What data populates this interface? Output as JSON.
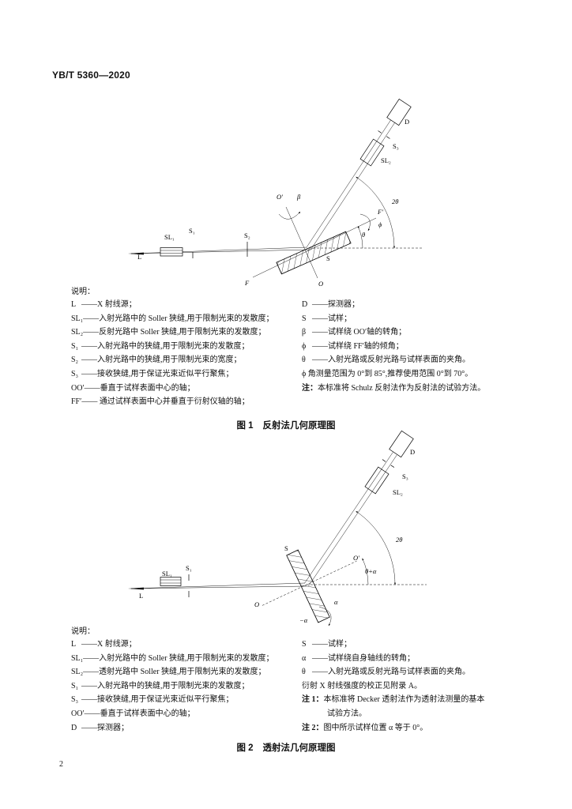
{
  "header": {
    "standard_id": "YB/T 5360—2020"
  },
  "figure1": {
    "labels": {
      "D": "D",
      "S3": "S₃",
      "SL2": "SL₂",
      "two_theta": "2θ",
      "O_prime": "O′",
      "beta": "β",
      "F_prime": "F′",
      "phi": "ϕ",
      "theta": "θ",
      "SL1": "SL₁",
      "S1": "S₁",
      "S2": "S₂",
      "L": "L",
      "S": "S",
      "F": "F",
      "O": "O"
    },
    "legend_heading": "说明：",
    "legend_left": [
      {
        "term": "L",
        "desc": "——X 射线源；"
      },
      {
        "term": "SL₁",
        "desc": "——入射光路中的 Soller 狭缝,用于限制光束的发散度；"
      },
      {
        "term": "SL₂",
        "desc": "——反射光路中 Soller 狭缝,用于限制光束的发散度；"
      },
      {
        "term": "S₁",
        "desc": "——入射光路中的狭缝,用于限制光束的发散度；"
      },
      {
        "term": "S₂",
        "desc": "——入射光路中的狭缝,用于限制光束的宽度；"
      },
      {
        "term": "S₃",
        "desc": "——接收狭缝,用于保证光束近似平行聚焦；"
      },
      {
        "term": "OO′",
        "desc": "——垂直于试样表面中心的轴；"
      },
      {
        "term": "FF′",
        "desc": "—— 通过试样表面中心并垂直于衍射仪轴的轴；"
      }
    ],
    "legend_right": [
      {
        "term": "D",
        "desc": "——探测器；"
      },
      {
        "term": "S",
        "desc": "——试样；"
      },
      {
        "term": "β",
        "desc": "——试样绕 OO′轴的转角；"
      },
      {
        "term": "ϕ",
        "desc": "——试样绕 FF′轴的倾角；"
      },
      {
        "term": "θ",
        "desc": "——入射光路或反射光路与试样表面的夹角。"
      }
    ],
    "range_note": "ϕ 角测量范围为 0°到 85°,推荐使用范围 0°到 70°。",
    "note": {
      "prefix": "注：",
      "body": "本标准将 Schulz 反射法作为反射法的试验方法。"
    },
    "caption": {
      "number": "图 1",
      "title": "反射法几何原理图"
    }
  },
  "figure2": {
    "labels": {
      "D": "D",
      "S3": "S₃",
      "SL2": "SL₂",
      "two_theta": "2θ",
      "S": "S",
      "O_prime": "O′",
      "theta_plus_alpha": "θ+α",
      "SL1": "SL₁",
      "S1": "S₁",
      "L": "L",
      "O": "O",
      "alpha": "α",
      "minus_alpha": "−α"
    },
    "legend_heading": "说明：",
    "legend_left": [
      {
        "term": "L",
        "desc": "——X 射线源；"
      },
      {
        "term": "SL₁",
        "desc": "——入射光路中的 Soller 狭缝,用于限制光束的发散度；"
      },
      {
        "term": "SL₂",
        "desc": "——透射光路中 Soller 狭缝,用于限制光束的发散度；"
      },
      {
        "term": "S₁",
        "desc": "——入射光路中的狭缝,用于限制光束的发散度；"
      },
      {
        "term": "S₃",
        "desc": "——接收狭缝,用于保证光束近似平行聚焦；"
      },
      {
        "term": "OO′",
        "desc": "——垂直于试样表面中心的轴；"
      },
      {
        "term": "D",
        "desc": "——探测器；"
      }
    ],
    "legend_right": [
      {
        "term": "S",
        "desc": "——试样；"
      },
      {
        "term": "α",
        "desc": "——试样绕自身轴线的转角；"
      },
      {
        "term": "θ",
        "desc": "——入射光路或反射光路与试样表面的夹角。"
      }
    ],
    "correction_note": "衍射 X 射线强度的校正见附录 A。",
    "note1": {
      "prefix": "注 1：",
      "body": "本标准将 Decker 透射法作为透射法测量的基本",
      "continuation": "试验方法。"
    },
    "note2": {
      "prefix": "注 2：",
      "body": "图中所示试样位置 α 等于 0°。"
    },
    "caption": {
      "number": "图 2",
      "title": "透射法几何原理图"
    }
  },
  "page_number": "2"
}
